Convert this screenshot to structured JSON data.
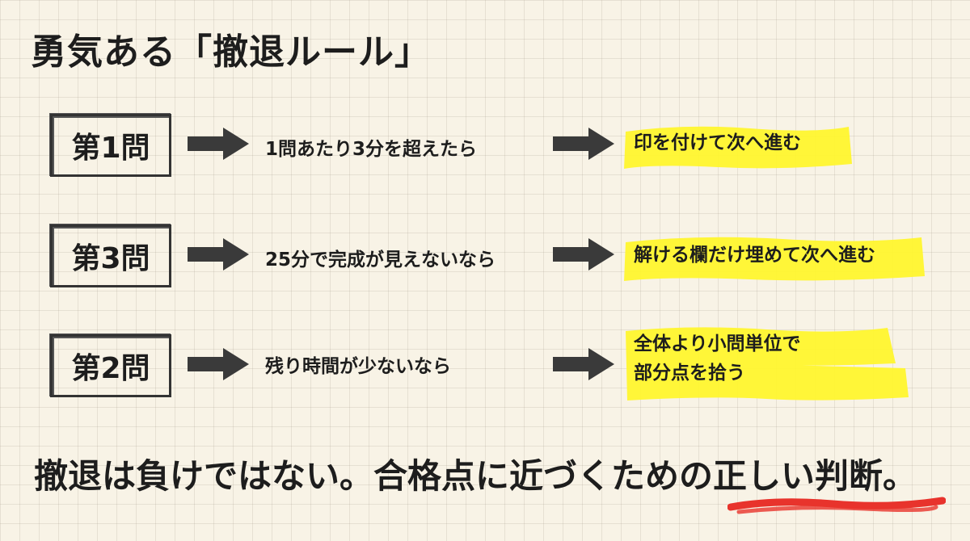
{
  "title": "勇気ある「撤退ルール」",
  "rows": [
    {
      "question": "第1問",
      "condition": "1問あたり3分を超えたら",
      "action_line1": "印を付けて次へ進む",
      "action_line2": ""
    },
    {
      "question": "第3問",
      "condition": "25分で完成が見えないなら",
      "action_line1": "解ける欄だけ埋めて次へ進む",
      "action_line2": ""
    },
    {
      "question": "第2問",
      "condition": "残り時間が少ないなら",
      "action_line1": "全体より小問単位で",
      "action_line2": "部分点を拾う"
    }
  ],
  "footer": "撤退は負けではない。合格点に近づくための正しい判断。",
  "colors": {
    "highlight": "#fff52e",
    "underline": "#e8332c",
    "text": "#1d1d1d",
    "arrow": "#3a3a3a"
  }
}
